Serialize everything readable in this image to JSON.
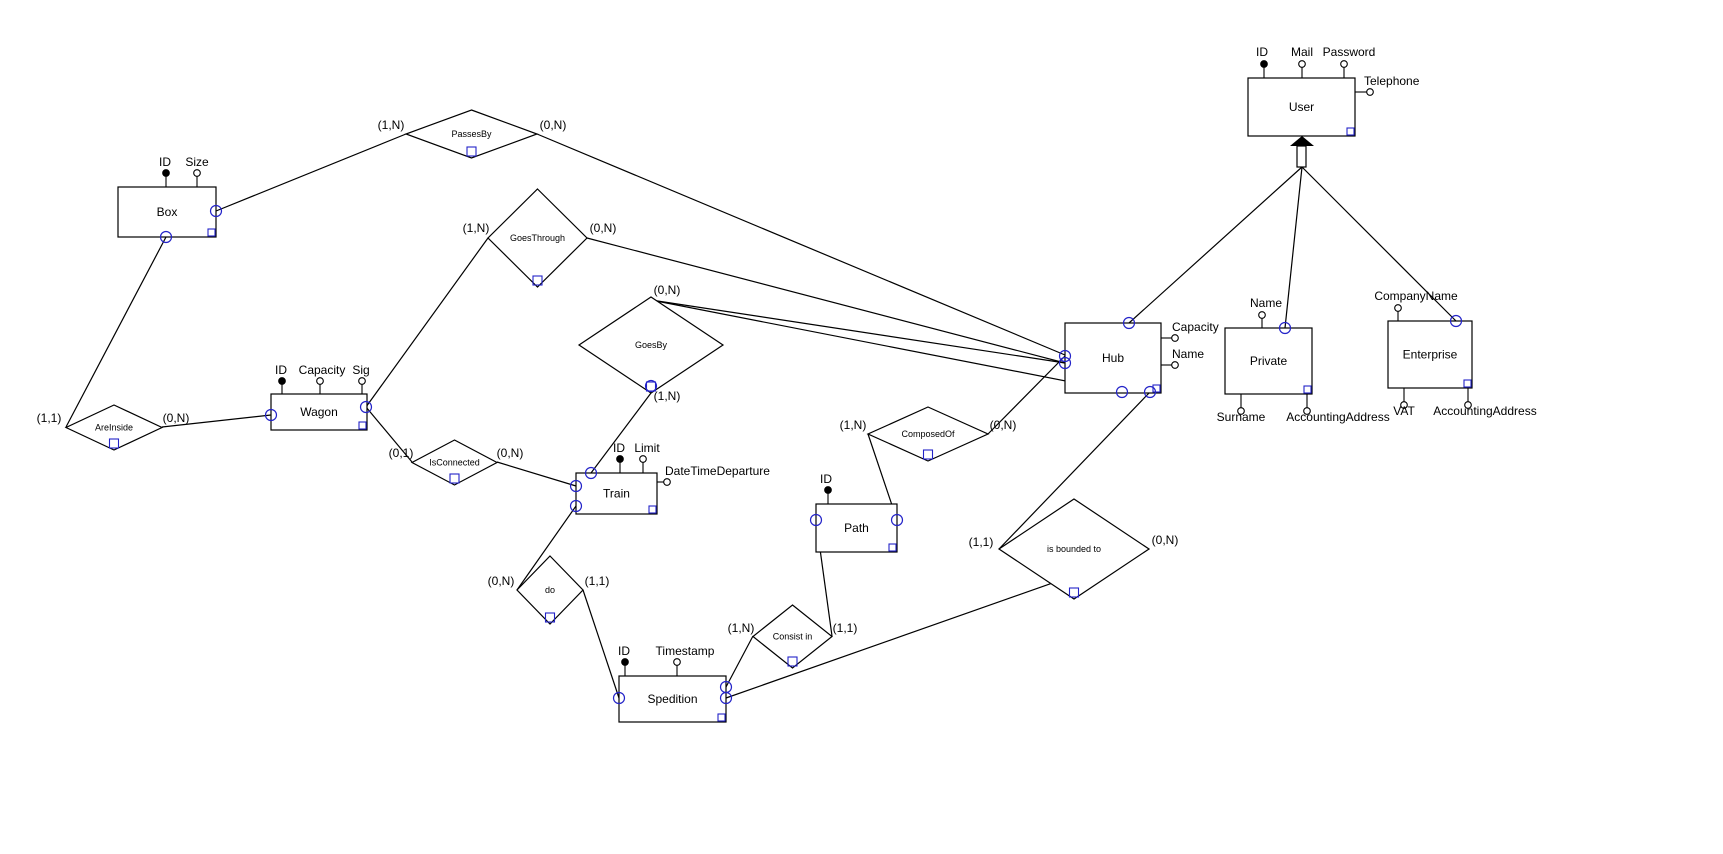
{
  "diagram": {
    "entities": [
      {
        "id": "box",
        "name": "Box"
      },
      {
        "id": "wagon",
        "name": "Wagon"
      },
      {
        "id": "train",
        "name": "Train"
      },
      {
        "id": "path",
        "name": "Path"
      },
      {
        "id": "spedition",
        "name": "Spedition"
      },
      {
        "id": "hub",
        "name": "Hub"
      },
      {
        "id": "user",
        "name": "User"
      },
      {
        "id": "private",
        "name": "Private"
      },
      {
        "id": "enterprise",
        "name": "Enterprise"
      }
    ],
    "attributes": [
      {
        "id": "box-id",
        "entity": "box",
        "name": "ID",
        "key": true
      },
      {
        "id": "box-size",
        "entity": "box",
        "name": "Size",
        "key": false
      },
      {
        "id": "wagon-id",
        "entity": "wagon",
        "name": "ID",
        "key": true
      },
      {
        "id": "wagon-capacity",
        "entity": "wagon",
        "name": "Capacity",
        "key": false
      },
      {
        "id": "wagon-sig",
        "entity": "wagon",
        "name": "Sig",
        "key": false
      },
      {
        "id": "train-id",
        "entity": "train",
        "name": "ID",
        "key": true
      },
      {
        "id": "train-limit",
        "entity": "train",
        "name": "Limit",
        "key": false
      },
      {
        "id": "train-departure",
        "entity": "train",
        "name": "DateTimeDeparture",
        "key": false
      },
      {
        "id": "path-id",
        "entity": "path",
        "name": "ID",
        "key": true
      },
      {
        "id": "spedition-id",
        "entity": "spedition",
        "name": "ID",
        "key": true
      },
      {
        "id": "spedition-timestamp",
        "entity": "spedition",
        "name": "Timestamp",
        "key": false
      },
      {
        "id": "hub-capacity",
        "entity": "hub",
        "name": "Capacity",
        "key": false
      },
      {
        "id": "hub-name",
        "entity": "hub",
        "name": "Name",
        "key": false
      },
      {
        "id": "user-id",
        "entity": "user",
        "name": "ID",
        "key": true
      },
      {
        "id": "user-mail",
        "entity": "user",
        "name": "Mail",
        "key": false
      },
      {
        "id": "user-password",
        "entity": "user",
        "name": "Password",
        "key": false
      },
      {
        "id": "user-telephone",
        "entity": "user",
        "name": "Telephone",
        "key": false
      },
      {
        "id": "private-name",
        "entity": "private",
        "name": "Name",
        "key": false
      },
      {
        "id": "private-surname",
        "entity": "private",
        "name": "Surname",
        "key": false
      },
      {
        "id": "private-accounting",
        "entity": "private",
        "name": "AccountingAddress",
        "key": false
      },
      {
        "id": "enterprise-companyname",
        "entity": "enterprise",
        "name": "CompanyName",
        "key": false
      },
      {
        "id": "enterprise-vat",
        "entity": "enterprise",
        "name": "VAT",
        "key": false
      },
      {
        "id": "enterprise-accounting",
        "entity": "enterprise",
        "name": "AccountingAddress",
        "key": false
      }
    ],
    "relationships": [
      {
        "id": "passesby",
        "name": "PassesBy",
        "card_a": "(1,N)",
        "card_b": "(0,N)"
      },
      {
        "id": "goesthrough",
        "name": "GoesThrough",
        "card_a": "(1,N)",
        "card_b": "(0,N)"
      },
      {
        "id": "goesby",
        "name": "GoesBy",
        "card_a": "(0,N)",
        "card_b": "(1,N)"
      },
      {
        "id": "areinside",
        "name": "AreInside",
        "card_a": "(1,1)",
        "card_b": "(0,N)"
      },
      {
        "id": "isconnected",
        "name": "IsConnected",
        "card_a": "(0,1)",
        "card_b": "(0,N)"
      },
      {
        "id": "composedof",
        "name": "ComposedOf",
        "card_a": "(1,N)",
        "card_b": "(0,N)"
      },
      {
        "id": "do",
        "name": "do",
        "card_a": "(0,N)",
        "card_b": "(1,1)"
      },
      {
        "id": "consistin",
        "name": "Consist in",
        "card_a": "(1,N)",
        "card_b": "(1,1)"
      },
      {
        "id": "isboundedto",
        "name": "is bounded to",
        "card_a": "(1,1)",
        "card_b": "(0,N)"
      }
    ],
    "generalization": {
      "parent": "user",
      "children": [
        "hub",
        "private",
        "enterprise"
      ]
    }
  }
}
